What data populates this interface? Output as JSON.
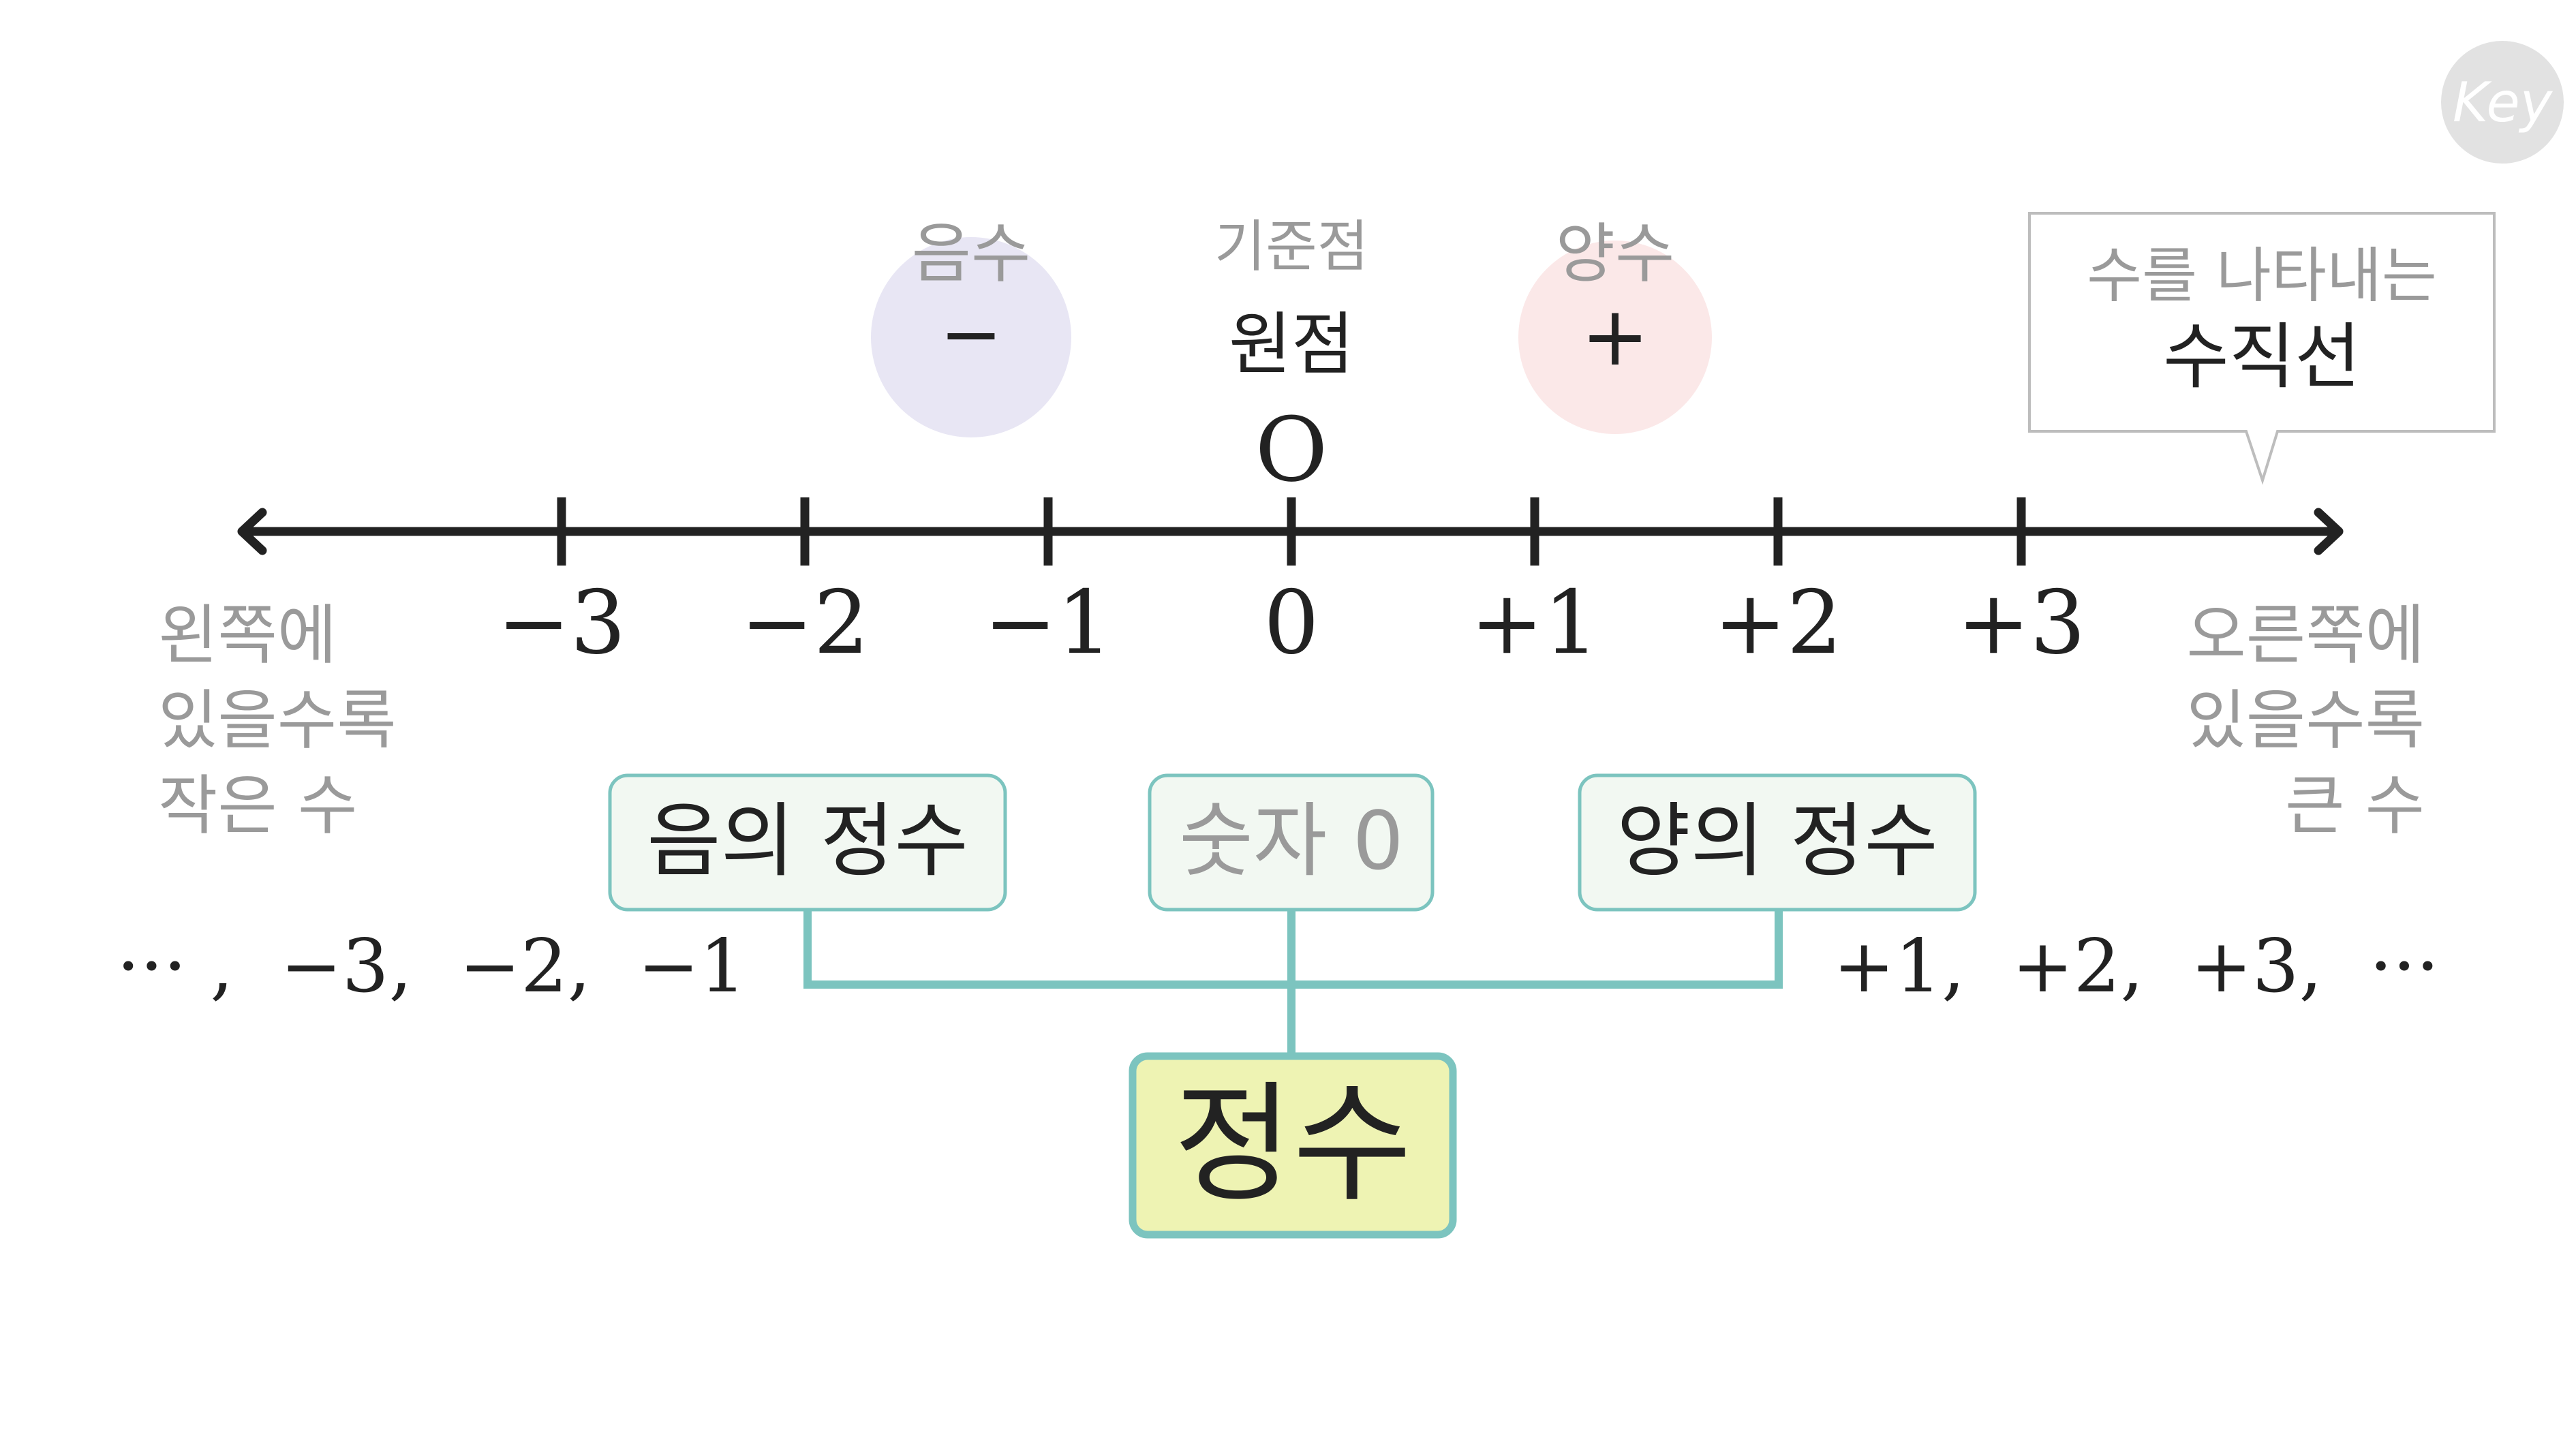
{
  "logo": {
    "text": "Key"
  },
  "signs": {
    "negative": {
      "label": "음수",
      "symbol": "−"
    },
    "positive": {
      "label": "양수",
      "symbol": "+"
    }
  },
  "origin": {
    "caption": "기준점",
    "title": "원점",
    "letter": "O"
  },
  "callout": {
    "line1": "수를 나타내는",
    "line2": "수직선"
  },
  "number_line": {
    "ticks": [
      {
        "value": -3,
        "label": "−3"
      },
      {
        "value": -2,
        "label": "−2"
      },
      {
        "value": -1,
        "label": "−1"
      },
      {
        "value": 0,
        "label": "0"
      },
      {
        "value": 1,
        "label": "+1"
      },
      {
        "value": 2,
        "label": "+2"
      },
      {
        "value": 3,
        "label": "+3"
      }
    ]
  },
  "left_note": {
    "lines": [
      "왼쪽에",
      "있을수록",
      "작은 수"
    ]
  },
  "right_note": {
    "lines": [
      "오른쪽에",
      "있을수록",
      "큰 수"
    ]
  },
  "categories": {
    "negative": "음의 정수",
    "zero": "숫자 0",
    "positive": "양의 정수"
  },
  "sequences": {
    "negative": "··· ,  −3,  −2,  −1",
    "positive": "+1,  +2,  +3,  ···"
  },
  "root": {
    "label": "정수"
  },
  "colors": {
    "line": "#222222",
    "gray_text": "#9a9a9a",
    "teal": "#7cc4bf",
    "box_fill": "#f2f8f2",
    "root_fill": "#eef3b3",
    "neg_circle": "#e8e6f4",
    "pos_circle": "#fbe8e8"
  }
}
